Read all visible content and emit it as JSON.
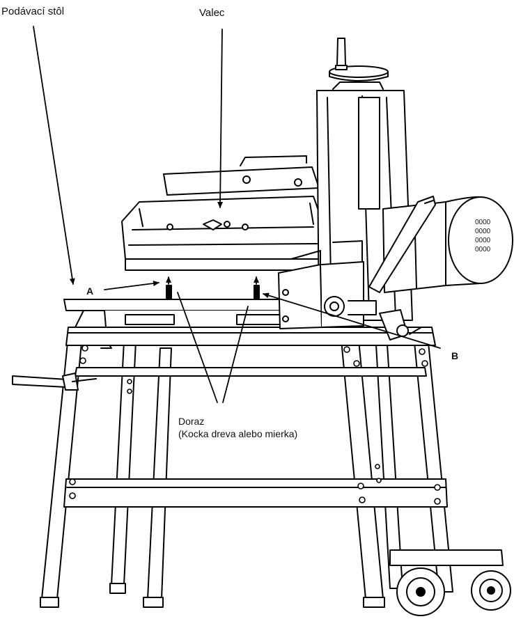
{
  "labels": {
    "feed_table": "Podávací stôl",
    "roller": "Valec",
    "point_a": "A",
    "point_b": "B",
    "stop_line1": "Doraz",
    "stop_line2": "(Kocka dreva alebo mierka)"
  },
  "motor_vents": [
    "0000",
    "0000",
    "0000",
    "0000"
  ]
}
